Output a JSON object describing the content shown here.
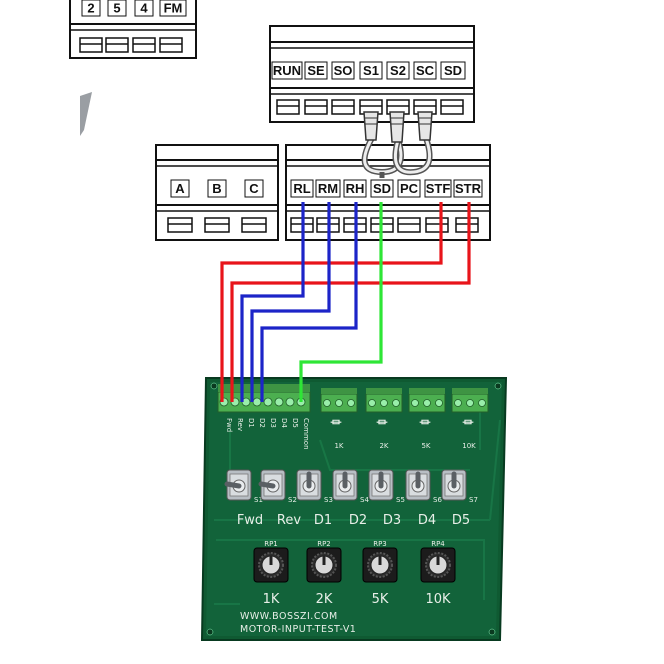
{
  "top_left_block": {
    "labels": [
      "2",
      "5",
      "4",
      "FM"
    ]
  },
  "top_right_block": {
    "labels": [
      "RUN",
      "SE",
      "SO",
      "S1",
      "S2",
      "SC",
      "SD"
    ]
  },
  "mid_left_block": {
    "labels": [
      "A",
      "B",
      "C"
    ]
  },
  "mid_right_block": {
    "labels": [
      "RL",
      "RM",
      "RH",
      "SD",
      "PC",
      "STF",
      "STR"
    ]
  },
  "board": {
    "terminal_labels": [
      "Fwd",
      "Rev",
      "D1",
      "D2",
      "D3",
      "D4",
      "D5",
      "Common"
    ],
    "pot_terminal_labels": [
      "1K",
      "2K",
      "5K",
      "10K"
    ],
    "switch_labels": [
      "Fwd",
      "Rev",
      "D1",
      "D2",
      "D3",
      "D4",
      "D5"
    ],
    "switch_refs": [
      "S1",
      "S2",
      "S3",
      "S4",
      "S5",
      "S6",
      "S7"
    ],
    "pot_refs": [
      "RP1",
      "RP2",
      "RP3",
      "RP4"
    ],
    "pot_labels": [
      "1K",
      "2K",
      "5K",
      "10K"
    ],
    "website": "WWW.BOSSZI.COM",
    "model": "MOTOR-INPUT-TEST-V1"
  },
  "colors": {
    "red_wire": "#e8141a",
    "blue_wire": "#1c24c8",
    "green_wire": "#2ee636",
    "pcb": "#0f5a32",
    "terminal_green": "#4caf50"
  }
}
